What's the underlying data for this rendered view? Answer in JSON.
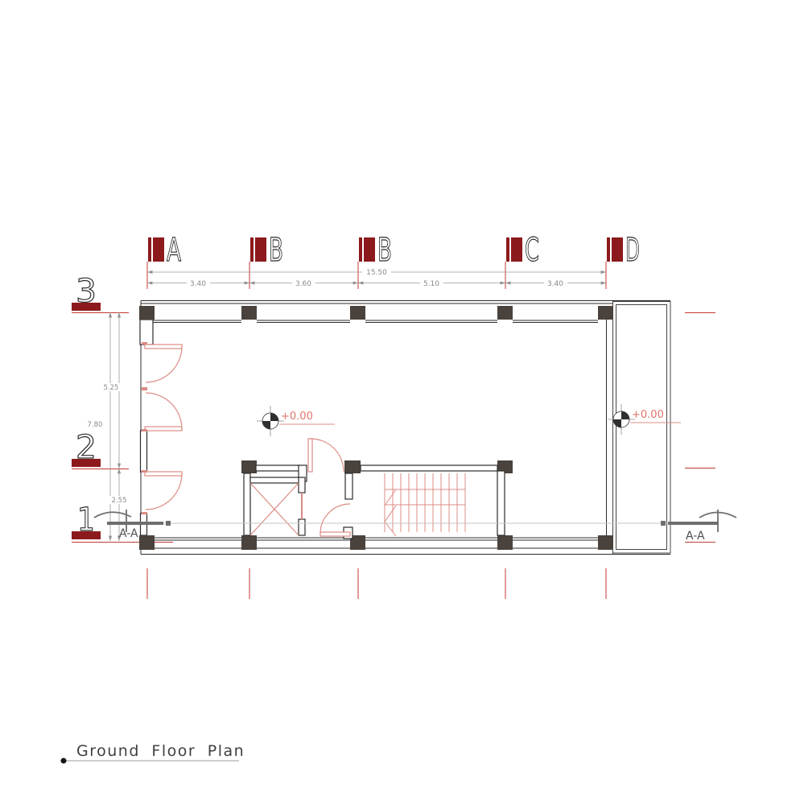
{
  "title": {
    "text": "Ground Floor Plan"
  },
  "grid": {
    "columns": [
      {
        "label": "A"
      },
      {
        "label": "B"
      },
      {
        "label": "B"
      },
      {
        "label": "C"
      },
      {
        "label": "D"
      }
    ],
    "rows": [
      {
        "label": "3"
      },
      {
        "label": "2"
      },
      {
        "label": "1"
      }
    ]
  },
  "dimensions": {
    "top": {
      "overall": "15.50",
      "segments": [
        {
          "value": "3.40"
        },
        {
          "value": "3.60"
        },
        {
          "value": "5.10"
        },
        {
          "value": "3.40"
        }
      ]
    },
    "left": {
      "overall": "7.80",
      "segments": [
        {
          "value": "5.25"
        },
        {
          "value": "2.55"
        }
      ]
    }
  },
  "levels": {
    "interior": {
      "label": "+0.00"
    },
    "terrace": {
      "label": "+0.00"
    }
  },
  "section": {
    "left": {
      "label": "A-A"
    },
    "right": {
      "label": "A-A"
    }
  },
  "colors": {
    "marker_dark_red": "#8c1a1c",
    "grid_line_red": "#c13a35",
    "door_salmon": "#dc8c84",
    "column_dark": "#4a423c",
    "level_text_red": "#e0756c"
  }
}
